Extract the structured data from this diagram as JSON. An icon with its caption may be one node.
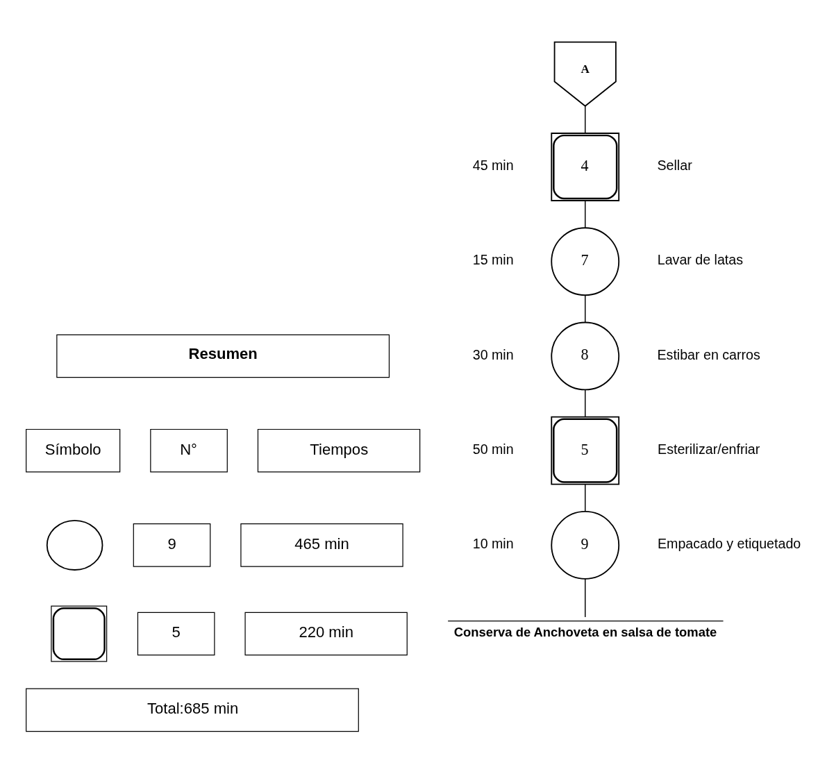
{
  "diagram": {
    "nodes": [
      {
        "text": [
          "A"
        ]
      },
      {
        "text": [
          "4"
        ],
        "beside": [
          "45 min",
          "Sellar"
        ]
      },
      {
        "text": [
          "7"
        ],
        "beside": [
          "15 min",
          "Lavar de latas"
        ]
      },
      {
        "text": [
          "8"
        ],
        "beside": [
          "30 min",
          "Estibar en carros"
        ]
      },
      {
        "text": [
          "5"
        ],
        "beside": [
          "50 min",
          "Esterilizar/enfriar"
        ]
      },
      {
        "text": [
          "9"
        ],
        "beside": [
          "10 min",
          "Empacado y etiquetado"
        ]
      },
      {
        "text": [
          "Conserva de Anchoveta en salsa de tomate"
        ]
      },
      {
        "text": [],
        "shape": "circle"
      },
      {
        "text": [],
        "shape": "box"
      }
    ],
    "edges": [
      {
        "from": 0,
        "to": 1,
        "arrow": "none"
      },
      {
        "from": 1,
        "to": 2,
        "arrow": "none"
      },
      {
        "from": 2,
        "to": 3,
        "arrow": "none"
      },
      {
        "from": 3,
        "to": 4,
        "arrow": "none"
      },
      {
        "from": 4,
        "to": 5,
        "arrow": "none"
      },
      {
        "from": 5,
        "to": 6,
        "arrow": "none"
      }
    ],
    "labels": [
      "Resumen",
      "Símbolo",
      "N°",
      "Tiempos",
      "9",
      "465 min",
      "5",
      "220 min",
      "Total:685 min"
    ]
  }
}
